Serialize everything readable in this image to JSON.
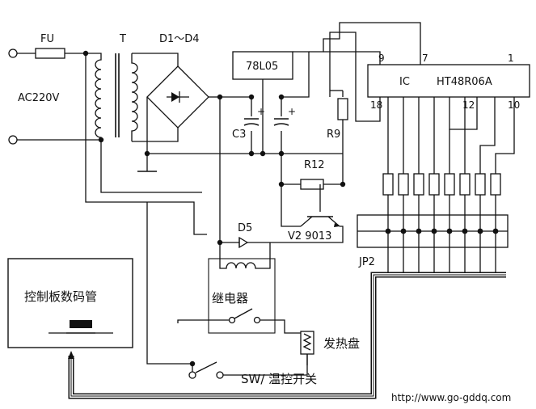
{
  "labels": {
    "fu": "FU",
    "t": "T",
    "d1_d4": "D1～D4",
    "ac220v": "AC220V",
    "reg": "78L05",
    "c3": "C3",
    "r9": "R9",
    "r12": "R12",
    "d5": "D5",
    "v2": "V2  9013",
    "jp2": "JP2",
    "ic": "IC",
    "ic_part": "HT48R06A",
    "pin9": "9",
    "pin7": "7",
    "pin1": "1",
    "pin18": "18",
    "pin12": "12",
    "pin10": "10",
    "plus1": "+",
    "plus2": "+",
    "relay": "继电器",
    "heater": "发热盘",
    "switch": "SW/ 温控开关",
    "panel": "控制板数码管",
    "url": "http://www.go-gddq.com"
  }
}
